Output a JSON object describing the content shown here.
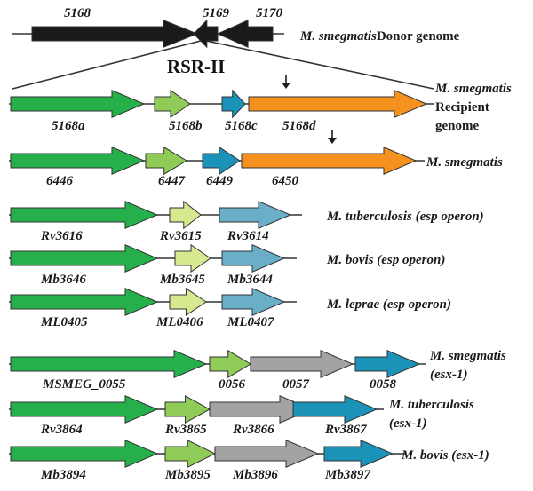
{
  "region_label": "RSR-II",
  "colors": {
    "dark_green": "#25b04c",
    "light_green": "#8fcc57",
    "light_green_pale": "#d6e98e",
    "blue": "#1b93b8",
    "steel_blue": "#6aaec8",
    "orange": "#f5911f",
    "gray": "#a3a3a3",
    "black": "#1a1a1a"
  },
  "tracks": [
    {
      "id": "donor",
      "organism": [
        {
          "text": "M. smegmatis",
          "italic": true
        },
        {
          "text": " Donor genome",
          "italic": false
        }
      ],
      "genes": [
        {
          "label": "5168",
          "color": "black",
          "dir": "right"
        },
        {
          "label": "5169",
          "color": "black",
          "dir": "left"
        },
        {
          "label": "5170",
          "color": "black",
          "dir": "left"
        }
      ]
    },
    {
      "id": "recipient",
      "organism": [
        {
          "text": "M. smegmatis",
          "italic": true
        },
        {
          "text": "Recipient",
          "italic": false
        },
        {
          "text": "genome",
          "italic": false
        }
      ],
      "marker": "down-arrow",
      "genes": [
        {
          "label": "5168a",
          "color": "dark_green"
        },
        {
          "label": "5168b",
          "color": "light_green"
        },
        {
          "label": "5168c",
          "color": "blue"
        },
        {
          "label": "5168d",
          "color": "orange"
        }
      ]
    },
    {
      "id": "smeg",
      "organism": [
        {
          "text": "M. smegmatis",
          "italic": true
        }
      ],
      "marker": "down-arrow",
      "genes": [
        {
          "label": "6446",
          "color": "dark_green"
        },
        {
          "label": "6447",
          "color": "light_green"
        },
        {
          "label": "6449",
          "color": "blue"
        },
        {
          "label": "6450",
          "color": "orange"
        }
      ]
    },
    {
      "id": "tb-esp",
      "organism": [
        {
          "text": "M. tuberculosis (esp operon)",
          "italic": true
        }
      ],
      "genes": [
        {
          "label": "Rv3616",
          "color": "dark_green"
        },
        {
          "label": "Rv3615",
          "color": "light_green_pale"
        },
        {
          "label": "Rv3614",
          "color": "steel_blue"
        }
      ]
    },
    {
      "id": "bovis-esp",
      "organism": [
        {
          "text": "M. bovis (esp operon)",
          "italic": true
        }
      ],
      "genes": [
        {
          "label": "Mb3646",
          "color": "dark_green"
        },
        {
          "label": "Mb3645",
          "color": "light_green_pale"
        },
        {
          "label": "Mb3644",
          "color": "steel_blue"
        }
      ]
    },
    {
      "id": "leprae-esp",
      "organism": [
        {
          "text": "M. leprae (esp operon)",
          "italic": true
        }
      ],
      "genes": [
        {
          "label": "ML0405",
          "color": "dark_green"
        },
        {
          "label": "ML0406",
          "color": "light_green_pale"
        },
        {
          "label": "ML0407",
          "color": "steel_blue"
        }
      ]
    },
    {
      "id": "smeg-esx1",
      "organism": [
        {
          "text": "M. smegmatis",
          "italic": true
        },
        {
          "text": "(esx-1)",
          "italic": true
        }
      ],
      "genes": [
        {
          "label": "MSMEG_0055",
          "color": "dark_green"
        },
        {
          "label": "0056",
          "color": "light_green"
        },
        {
          "label": "0057",
          "color": "gray"
        },
        {
          "label": "0058",
          "color": "blue"
        }
      ]
    },
    {
      "id": "tb-esx1",
      "organism": [
        {
          "text": "M. tuberculosis",
          "italic": true
        },
        {
          "text": "(esx-1)",
          "italic": true
        }
      ],
      "genes": [
        {
          "label": "Rv3864",
          "color": "dark_green"
        },
        {
          "label": "Rv3865",
          "color": "light_green"
        },
        {
          "label": "Rv3866",
          "color": "gray"
        },
        {
          "label": "Rv3867",
          "color": "blue"
        }
      ]
    },
    {
      "id": "bovis-esx1",
      "organism": [
        {
          "text": "M. bovis (esx-1)",
          "italic": true
        }
      ],
      "genes": [
        {
          "label": "Mb3894",
          "color": "dark_green"
        },
        {
          "label": "Mb3895",
          "color": "light_green"
        },
        {
          "label": "Mb3896",
          "color": "gray"
        },
        {
          "label": "Mb3897",
          "color": "blue"
        }
      ]
    }
  ]
}
